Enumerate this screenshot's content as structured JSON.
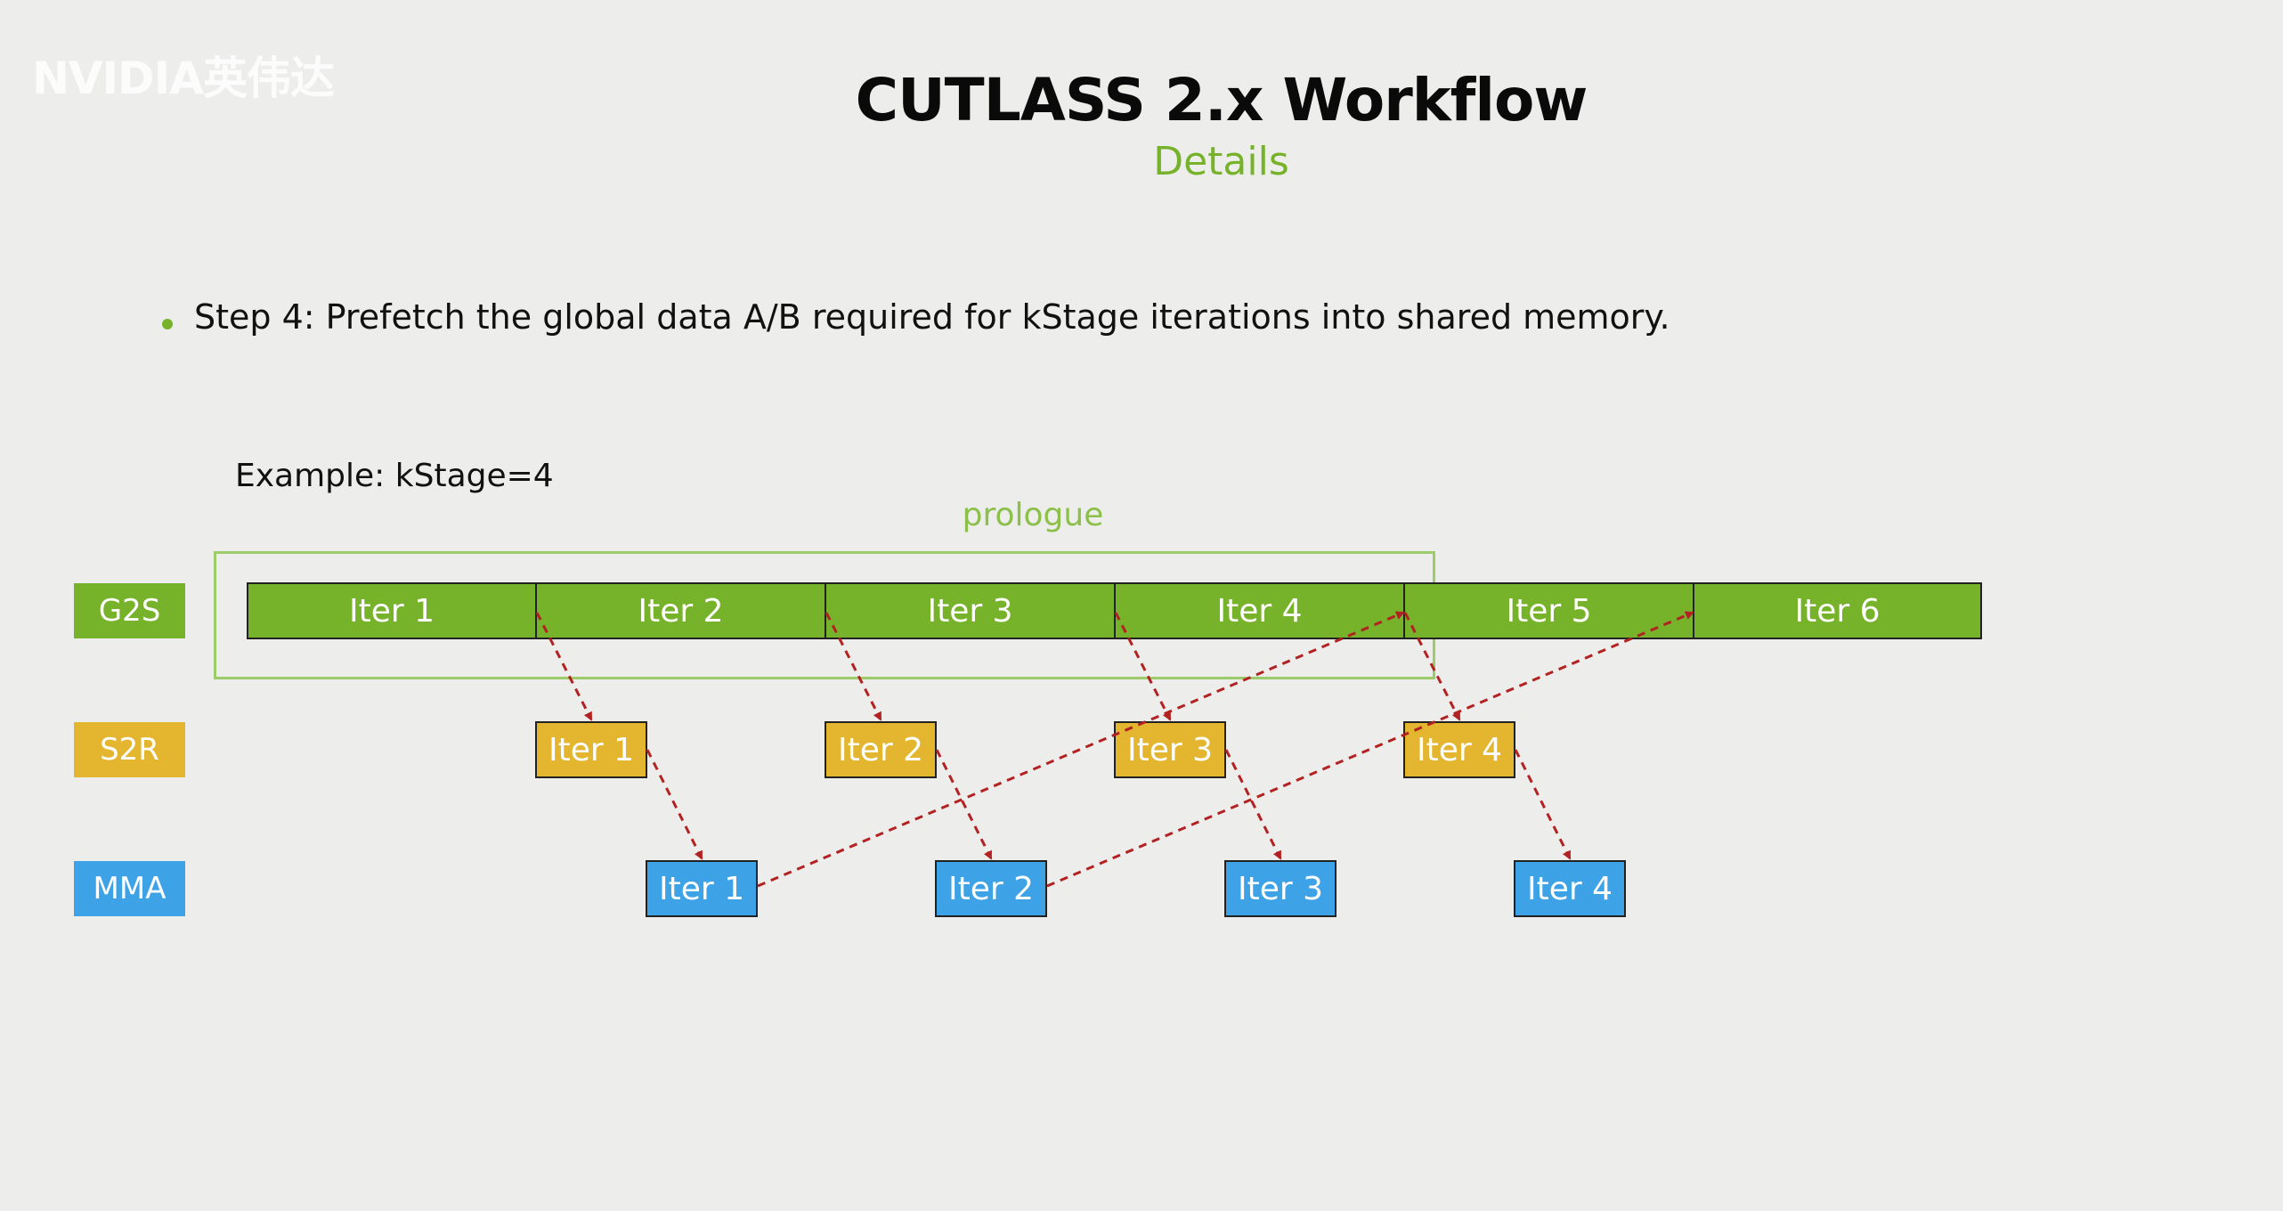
{
  "watermark": "NVIDIA英伟达",
  "title": "CUTLASS 2.x Workflow",
  "subtitle": "Details",
  "bullet": "Step 4: Prefetch the global data A/B required for kStage iterations into shared memory.",
  "example": "Example: kStage=4",
  "prologue_label": "prologue",
  "lanes": {
    "g2s": {
      "label": "G2S",
      "iters": [
        "Iter 1",
        "Iter 2",
        "Iter 3",
        "Iter 4",
        "Iter 5",
        "Iter 6"
      ]
    },
    "s2r": {
      "label": "S2R",
      "iters": [
        "Iter 1",
        "Iter 2",
        "Iter 3",
        "Iter 4"
      ]
    },
    "mma": {
      "label": "MMA",
      "iters": [
        "Iter 1",
        "Iter 2",
        "Iter 3",
        "Iter 4"
      ]
    }
  },
  "colors": {
    "g2s": "#76b22a",
    "s2r": "#e4b52f",
    "mma": "#3ea3e6",
    "arrow": "#b22222",
    "accent": "#76b22a"
  }
}
